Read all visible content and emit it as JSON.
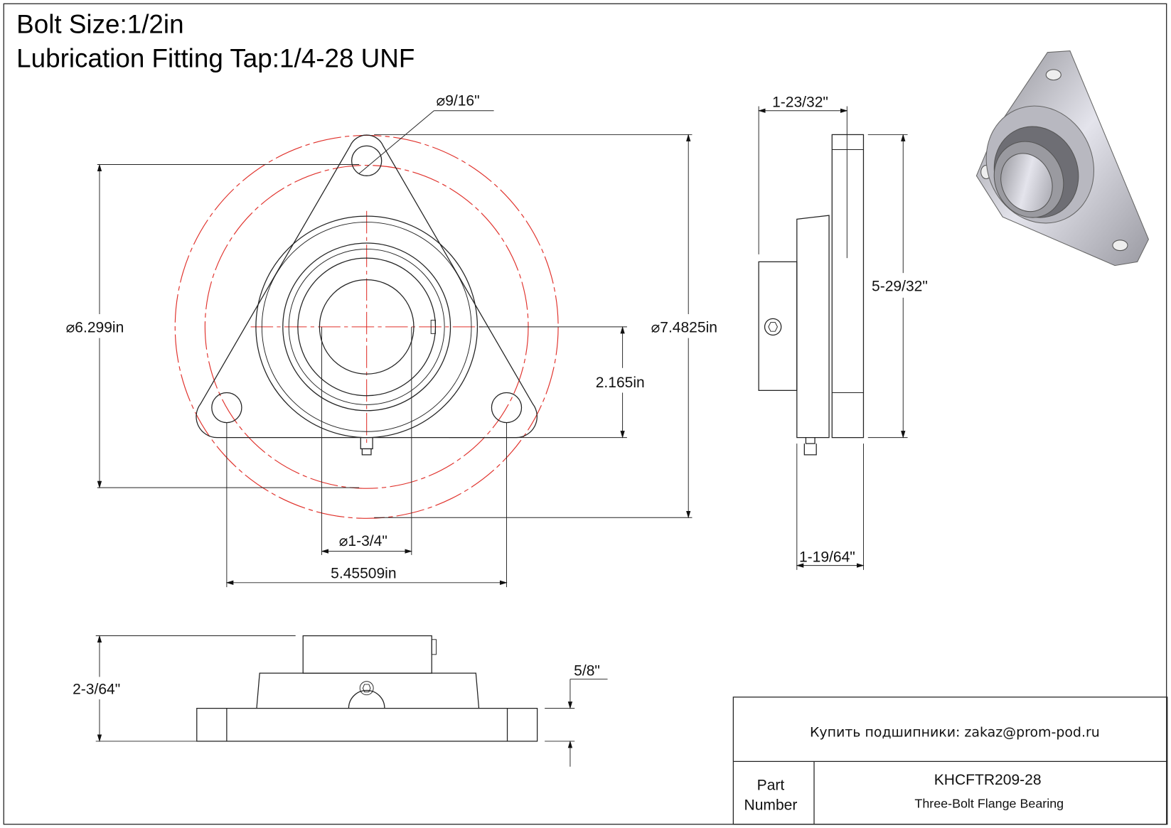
{
  "header": {
    "bolt_size": "Bolt Size:1/2in",
    "lubrication": "Lubrication Fitting Tap:1/4-28 UNF"
  },
  "dimensions": {
    "hole_dia": "⌀9/16\"",
    "bolt_circle": "⌀6.299in",
    "outer_dia": "⌀7.4825in",
    "center_height": "2.165in",
    "bore": "⌀1-3/4\"",
    "hole_spacing": "5.45509in",
    "side_width_top": "1-23/32\"",
    "side_height": "5-29/32\"",
    "side_width_bottom": "1-19/64\"",
    "bottom_height": "2-3/64\"",
    "flange_thickness": "5/8\""
  },
  "title_block": {
    "contact": "Купить подшипники: zakaz@prom-pod.ru",
    "part_label_1": "Part",
    "part_label_2": "Number",
    "part_number": "KHCFTR209-28",
    "description": "Three-Bolt Flange Bearing"
  },
  "colors": {
    "centerline": "#e0302a",
    "line": "#222222"
  }
}
